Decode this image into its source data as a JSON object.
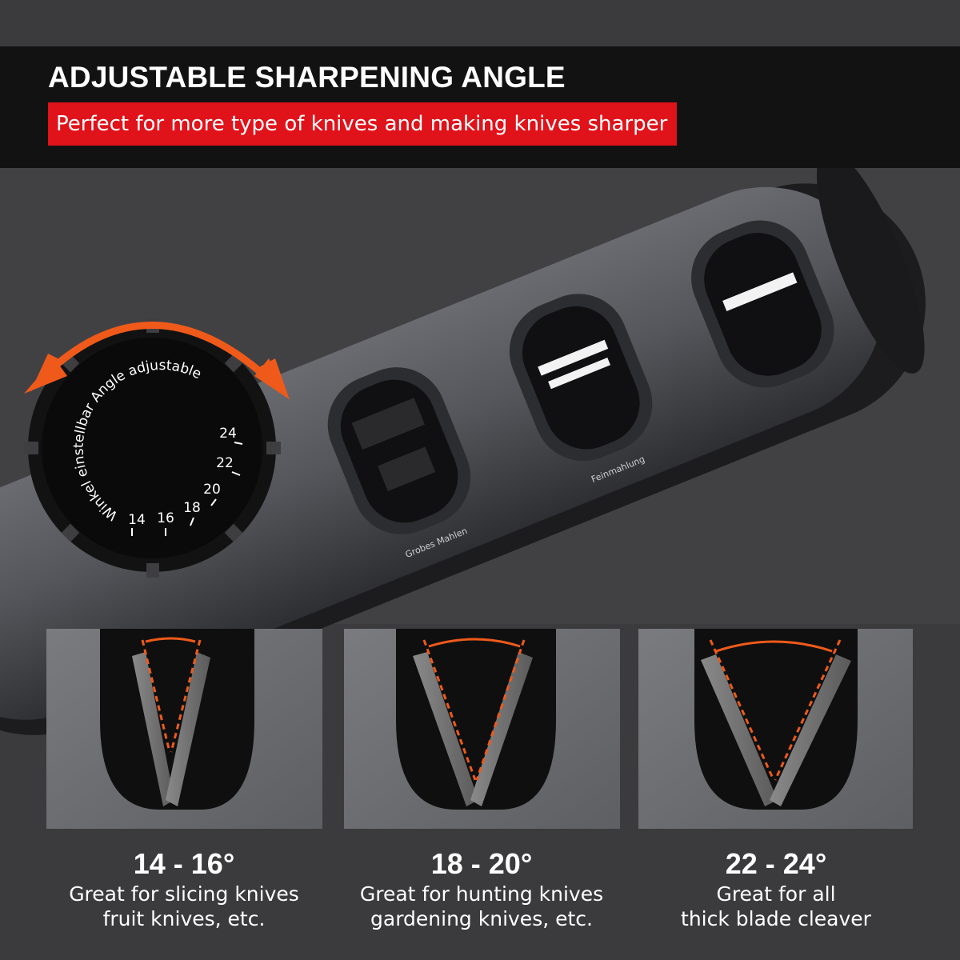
{
  "header": {
    "title": "ADJUSTABLE SHARPENING ANGLE",
    "subtitle": "Perfect for more type of knives and making knives sharper"
  },
  "dial": {
    "arc_text": "Winkel einstellbar Angle adjustable",
    "scale": [
      "14",
      "16",
      "18",
      "20",
      "22",
      "24"
    ],
    "arrow_color": "#ef5a1a"
  },
  "slots": [
    {
      "label": "Grobes Mahlen"
    },
    {
      "label": "Feinmahlung"
    }
  ],
  "panels": [
    {
      "range": "14 - 16°",
      "line1": "Great for slicing knives",
      "line2": "fruit knives, etc."
    },
    {
      "range": "18 - 20°",
      "line1": "Great for hunting knives",
      "line2": "gardening knives, etc."
    },
    {
      "range": "22 - 24°",
      "line1": "Great for all",
      "line2": "thick blade cleaver"
    }
  ],
  "colors": {
    "accent_red": "#e0121a",
    "arrow_orange": "#ef5a1a",
    "body_gray": "#56575b"
  }
}
